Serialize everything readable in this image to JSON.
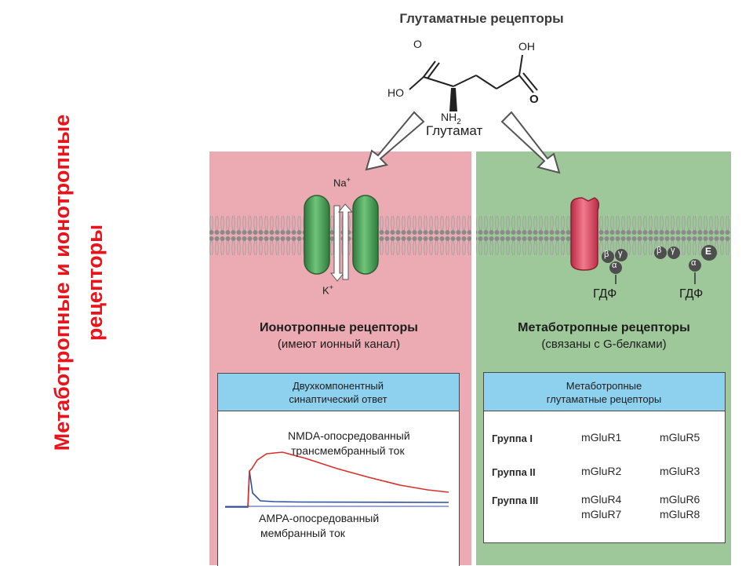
{
  "side_title": {
    "line1": "Метаботропные  и ионотропные",
    "line2": "рецепторы"
  },
  "header": {
    "title": "Глутаматные рецепторы",
    "molecule_name": "Глутамат",
    "atoms": {
      "o_left": "O",
      "oh_right": "OH",
      "ho_left": "HO",
      "o_right": "O",
      "nh2": "NH",
      "nh2_sub": "2"
    }
  },
  "ionotropic": {
    "title": "Ионотропные рецепторы",
    "subtitle": "(имеют ионный канал)",
    "ion_in": "Na",
    "ion_out": "K",
    "charge": "+",
    "box_title_1": "Двухкомпонентный",
    "box_title_2": "синаптический ответ",
    "nmda_1": "NMDA-опосредованный",
    "nmda_2": "трансмембранный ток",
    "ampa_1": "АМРА-опосредованный",
    "ampa_2": "мембранный ток",
    "colors": {
      "panel": "#ecaab3",
      "nmda_trace": "#d9302a",
      "ampa_trace": "#2f4fa0",
      "channel": "#3f9a4f"
    }
  },
  "metabotropic": {
    "title": "Метаботропные рецепторы",
    "subtitle": "(связаны с G-белками)",
    "gdp_1": "ГДФ",
    "gdp_2": "ГДФ",
    "subunits": {
      "beta": "β",
      "gamma": "γ",
      "alpha": "α",
      "effector": "E"
    },
    "box_title_1": "Метаботропные",
    "box_title_2": "глутаматные рецепторы",
    "groups": [
      {
        "label": "Группа I",
        "r1": "mGluR1",
        "r2": "mGluR5"
      },
      {
        "label": "Группа II",
        "r1": "mGluR2",
        "r2": "mGluR3"
      },
      {
        "label": "Группа III",
        "r1": "mGluR4",
        "r2": "mGluR6",
        "r3": "mGluR7",
        "r4": "mGluR8"
      }
    ],
    "colors": {
      "panel": "#9fc89a",
      "receptor": "#d8405a",
      "gprotein": "#555555"
    }
  }
}
